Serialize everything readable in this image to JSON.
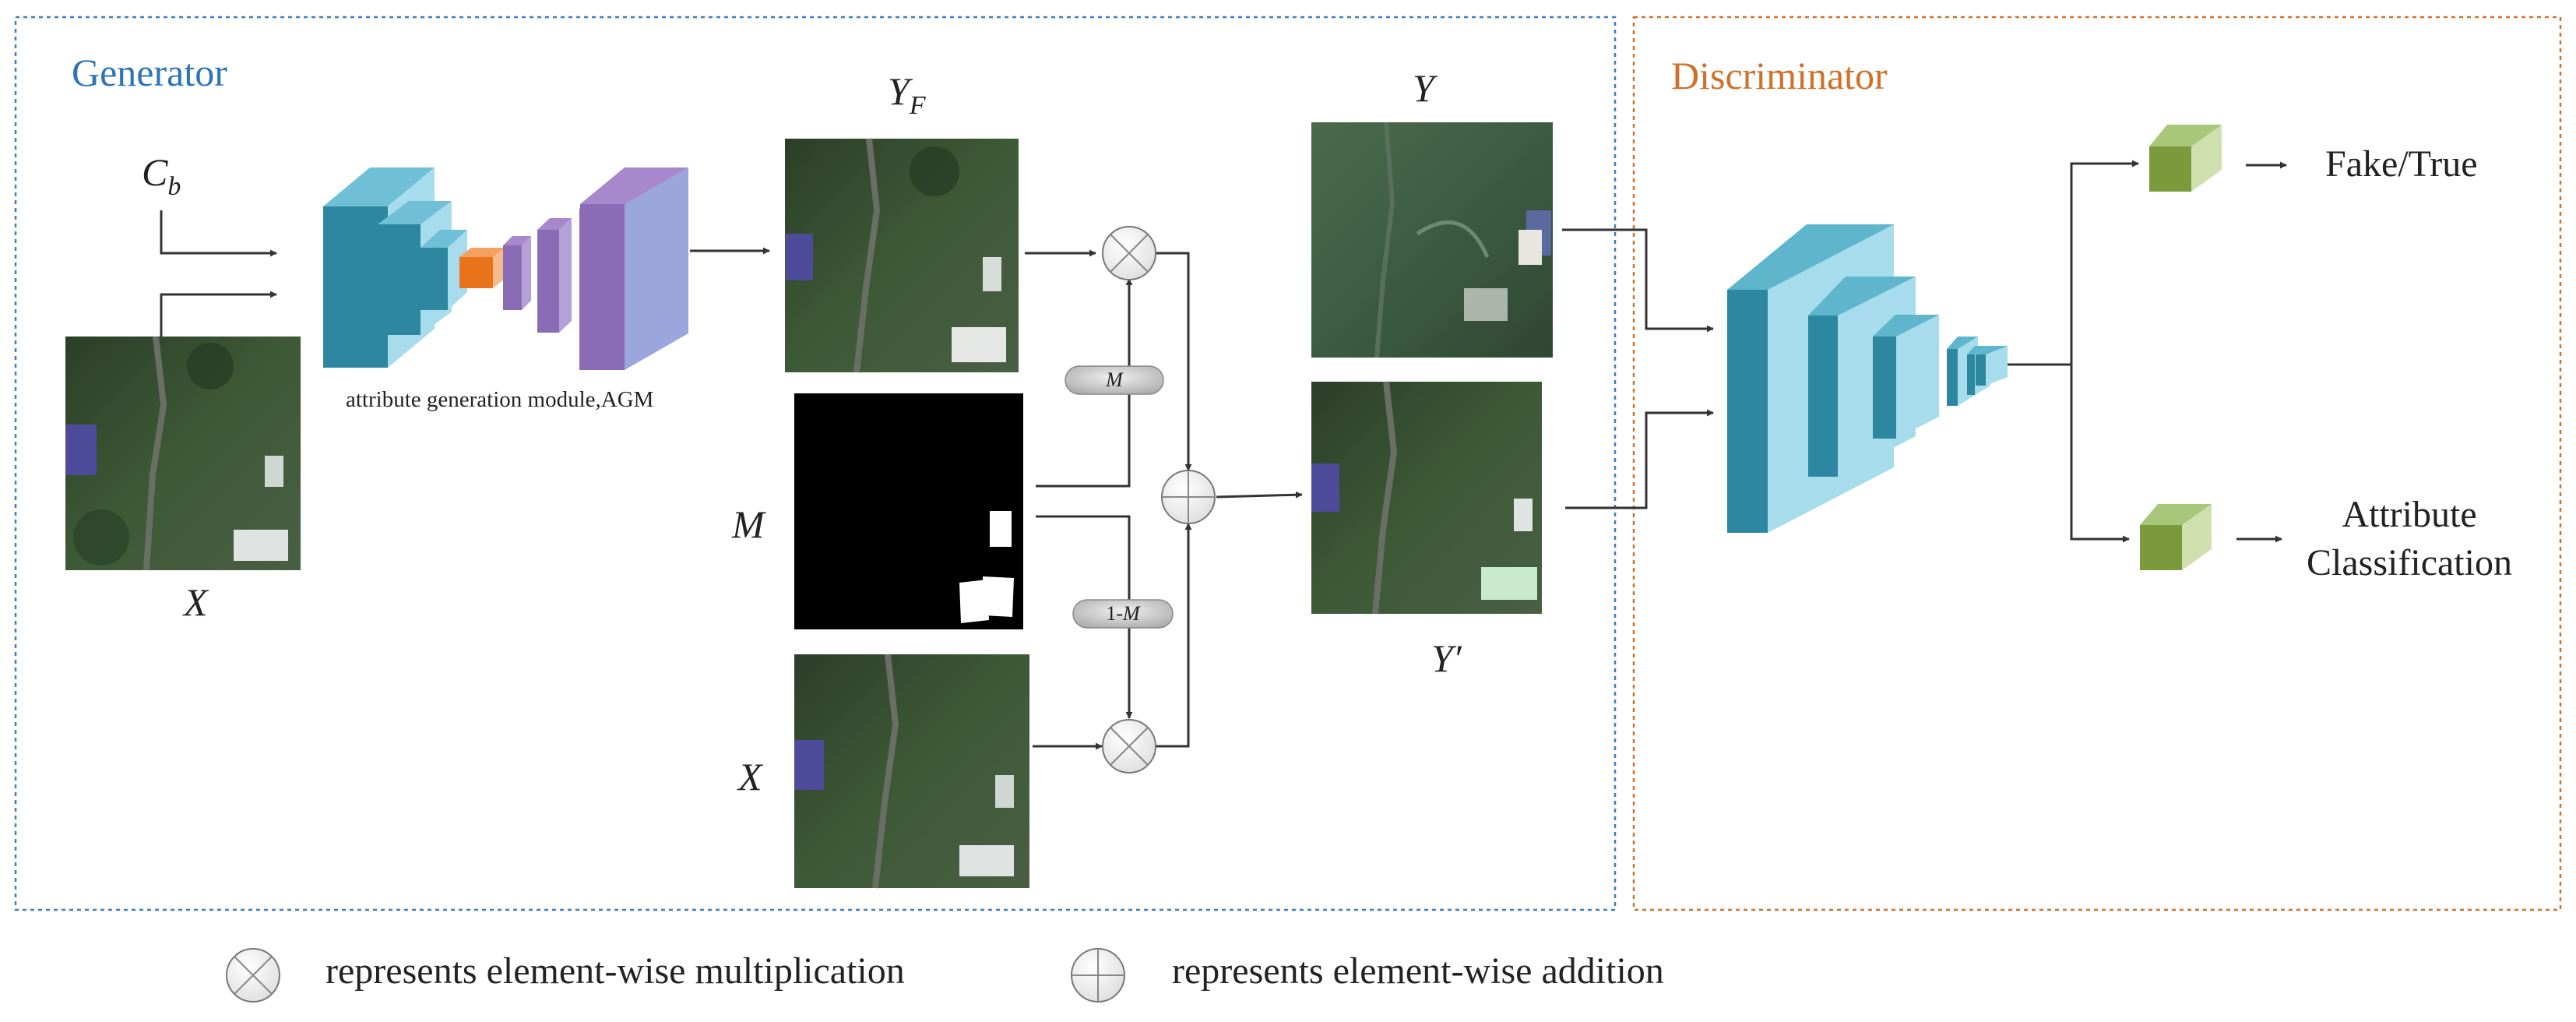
{
  "generator": {
    "title": "Generator",
    "accent": "#2e75b6",
    "cond_label": "C",
    "cond_sub": "b",
    "input_label": "X",
    "agm_label": "attribute generation module,AGM",
    "yf_label": "Y",
    "yf_sub": "F",
    "mask_label": "M",
    "x2_label": "X",
    "m_pill": "M",
    "inv_m_prefix": "1-",
    "inv_m_var": "M",
    "y_label": "Y",
    "yprime_label": "Y′"
  },
  "discriminator": {
    "title": "Discriminator",
    "accent": "#d0702a",
    "out1": "Fake/True",
    "out2_line1": "Attribute",
    "out2_line2": "Classification"
  },
  "legend": {
    "mult": "represents element-wise multiplication",
    "add": "represents element-wise addition"
  },
  "icons": [
    "multiply-circle-icon",
    "add-circle-icon",
    "arrow-icon"
  ],
  "colors": {
    "encoder_teal": "#2e87a0",
    "bottleneck_orange": "#e8731a",
    "decoder_purple": "#8a6bb5",
    "output_green": "#7a9a3c"
  }
}
